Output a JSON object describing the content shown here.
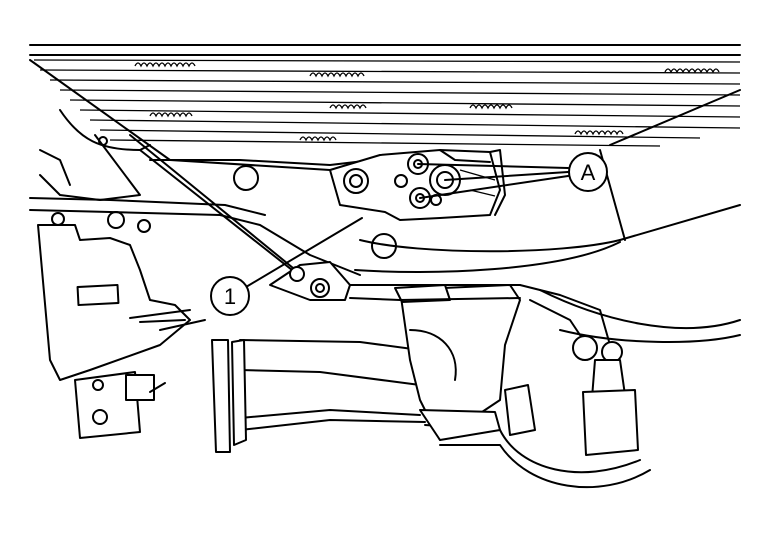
{
  "callouts": [
    {
      "id": "component-1",
      "label": "1"
    },
    {
      "id": "fasteners-a",
      "label": "A"
    }
  ],
  "colors": {
    "line": "#000000",
    "background": "#ffffff"
  }
}
